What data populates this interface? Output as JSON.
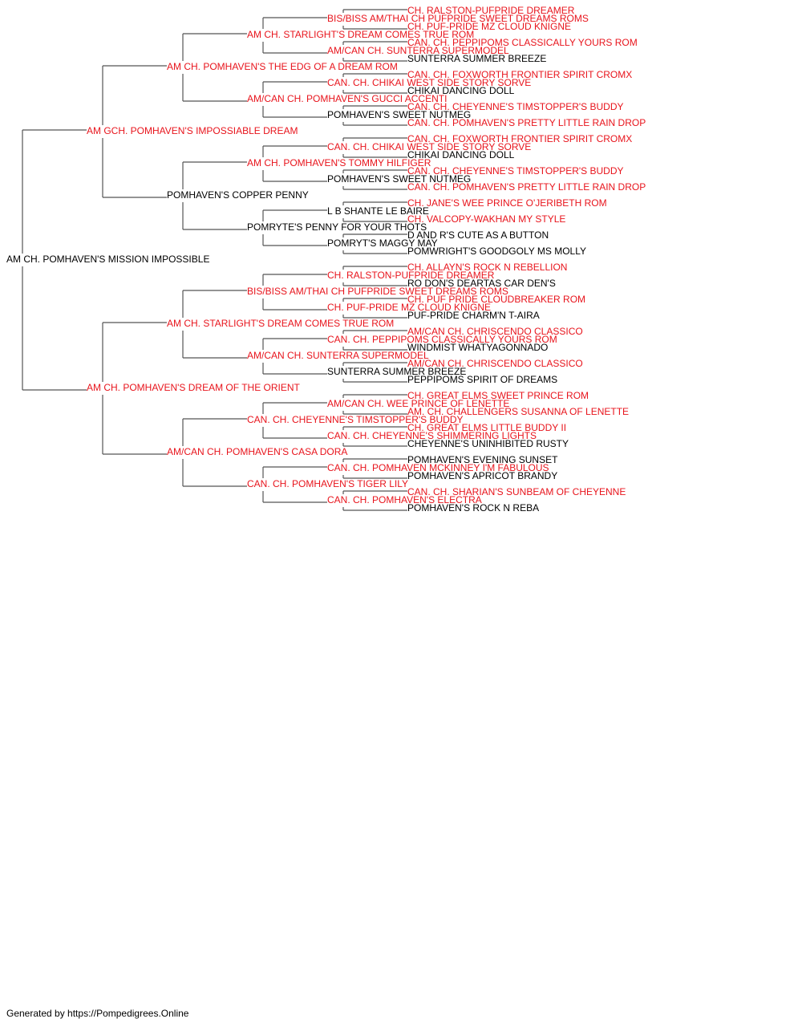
{
  "colors": {
    "champion": "#e8141c",
    "regular": "#000000",
    "line": "#555555"
  },
  "footer": "Generated by https://Pompedigrees.Online",
  "pedigree": {
    "generations": 5,
    "nodes": [
      {
        "name": "AM CH. POMHAVEN'S MISSION IMPOSSIBLE",
        "champion": false
      },
      {
        "name": "AM GCH. POMHAVEN'S IMPOSSIABLE DREAM",
        "champion": true
      },
      {
        "name": "AM CH. POMHAVEN'S DREAM OF THE ORIENT",
        "champion": true
      },
      {
        "name": "AM CH. POMHAVEN'S THE EDG OF A DREAM ROM",
        "champion": true
      },
      {
        "name": "POMHAVEN'S COPPER PENNY",
        "champion": false
      },
      {
        "name": "AM CH. STARLIGHT'S DREAM COMES TRUE ROM",
        "champion": true
      },
      {
        "name": "AM/CAN CH. POMHAVEN'S CASA DORA",
        "champion": true
      },
      {
        "name": "AM CH. STARLIGHT'S DREAM COMES TRUE ROM",
        "champion": true
      },
      {
        "name": "AM/CAN CH. POMHAVEN'S GUCCI ACCENTI",
        "champion": true
      },
      {
        "name": "AM CH. POMHAVEN'S TOMMY HILFIGER",
        "champion": true
      },
      {
        "name": "POMRYTE'S PENNY FOR YOUR THOTS",
        "champion": false
      },
      {
        "name": "BIS/BISS AM/THAI CH PUFPRIDE SWEET DREAMS ROMS",
        "champion": true
      },
      {
        "name": "AM/CAN CH. SUNTERRA SUPERMODEL",
        "champion": true
      },
      {
        "name": "CAN. CH. CHEYENNE'S TIMSTOPPER'S BUDDY",
        "champion": true
      },
      {
        "name": "CAN. CH. POMHAVEN'S TIGER LILY",
        "champion": true
      },
      {
        "name": "BIS/BISS AM/THAI CH PUFPRIDE SWEET DREAMS ROMS",
        "champion": true
      },
      {
        "name": "AM/CAN CH. SUNTERRA SUPERMODEL",
        "champion": true
      },
      {
        "name": "CAN. CH. CHIKAI WEST SIDE STORY SORVE",
        "champion": true
      },
      {
        "name": "POMHAVEN'S SWEET NUTMEG",
        "champion": false
      },
      {
        "name": "CAN. CH. CHIKAI WEST SIDE STORY SORVE",
        "champion": true
      },
      {
        "name": "POMHAVEN'S SWEET NUTMEG",
        "champion": false
      },
      {
        "name": "L B SHANTE LE BAIRE",
        "champion": false
      },
      {
        "name": "POMRYT'S MAGGY MAY",
        "champion": false
      },
      {
        "name": "CH. RALSTON-PUFPRIDE DREAMER",
        "champion": true
      },
      {
        "name": "CH. PUF-PRIDE MZ CLOUD KNIGNE",
        "champion": true
      },
      {
        "name": "CAN. CH. PEPPIPOMS CLASSICALLY YOURS ROM",
        "champion": true
      },
      {
        "name": "SUNTERRA SUMMER BREEZE",
        "champion": false
      },
      {
        "name": "AM/CAN CH. WEE PRINCE OF LENETTE",
        "champion": true
      },
      {
        "name": "CAN. CH. CHEYENNE'S SHIMMERING LIGHTS",
        "champion": true
      },
      {
        "name": "CAN. CH. POMHAVEN MCKINNEY I'M FABULOUS",
        "champion": true
      },
      {
        "name": "CAN. CH. POMHAVEN'S ELECTRA",
        "champion": true
      },
      {
        "name": "CH. RALSTON-PUFPRIDE DREAMER",
        "champion": true
      },
      {
        "name": "CH. PUF-PRIDE MZ CLOUD KNIGNE",
        "champion": true
      },
      {
        "name": "CAN. CH. PEPPIPOMS CLASSICALLY YOURS ROM",
        "champion": true
      },
      {
        "name": "SUNTERRA SUMMER BREEZE",
        "champion": false
      },
      {
        "name": "CAN. CH. FOXWORTH FRONTIER SPIRIT CROMX",
        "champion": true
      },
      {
        "name": "CHIKAI DANCING DOLL",
        "champion": false
      },
      {
        "name": "CAN. CH. CHEYENNE'S TIMSTOPPER'S BUDDY",
        "champion": true
      },
      {
        "name": "CAN. CH. POMHAVEN'S PRETTY LITTLE RAIN DROP",
        "champion": true
      },
      {
        "name": "CAN. CH. FOXWORTH FRONTIER SPIRIT CROMX",
        "champion": true
      },
      {
        "name": "CHIKAI DANCING DOLL",
        "champion": false
      },
      {
        "name": "CAN. CH. CHEYENNE'S TIMSTOPPER'S BUDDY",
        "champion": true
      },
      {
        "name": "CAN. CH. POMHAVEN'S PRETTY LITTLE RAIN DROP",
        "champion": true
      },
      {
        "name": "CH. JANE'S WEE PRINCE O'JERIBETH ROM",
        "champion": true
      },
      {
        "name": "CH. VALCOPY-WAKHAN MY STYLE",
        "champion": true
      },
      {
        "name": "D AND R'S CUTE AS A BUTTON",
        "champion": false
      },
      {
        "name": "POMWRIGHT'S GOODGOLY MS MOLLY",
        "champion": false
      },
      {
        "name": "CH. ALLAYN'S ROCK N REBELLION",
        "champion": true
      },
      {
        "name": "RO DON'S DEARTAS CAR DEN'S",
        "champion": false
      },
      {
        "name": "CH. PUF PRIDE CLOUDBREAKER ROM",
        "champion": true
      },
      {
        "name": "PUF-PRIDE CHARM'N T-AIRA",
        "champion": false
      },
      {
        "name": "AM/CAN CH. CHRISCENDO CLASSICO",
        "champion": true
      },
      {
        "name": "WINDMIST WHATYAGONNADO",
        "champion": false
      },
      {
        "name": "AM/CAN CH. CHRISCENDO CLASSICO",
        "champion": true
      },
      {
        "name": "PEPPIPOMS SPIRIT OF DREAMS",
        "champion": false
      },
      {
        "name": "CH. GREAT ELMS SWEET PRINCE ROM",
        "champion": true
      },
      {
        "name": "AM. CH. CHALLENGERS SUSANNA OF LENETTE",
        "champion": true
      },
      {
        "name": "CH. GREAT ELMS LITTLE BUDDY II",
        "champion": true
      },
      {
        "name": "CHEYENNE'S UNINHIBITED RUSTY",
        "champion": false
      },
      {
        "name": "POMHAVEN'S EVENING SUNSET",
        "champion": false
      },
      {
        "name": "POMHAVEN'S APRICOT BRANDY",
        "champion": false
      },
      {
        "name": "CAN. CH. SHARIAN'S SUNBEAM OF CHEYENNE",
        "champion": true
      },
      {
        "name": "POMHAVEN'S ROCK N REBA",
        "champion": false
      }
    ]
  }
}
